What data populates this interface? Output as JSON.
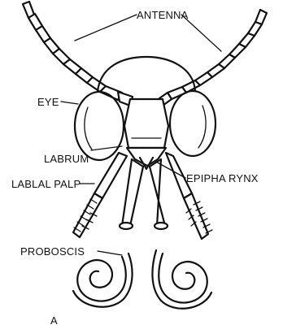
{
  "labels": {
    "antenna": "ANTENNA",
    "eye": "EYE",
    "labrum": "LABRUM",
    "labial_palp": "LABLAL PALP",
    "epipharynx": "EPIPHA RYNX",
    "proboscis": "PROBOSCIS",
    "panel": "A"
  }
}
